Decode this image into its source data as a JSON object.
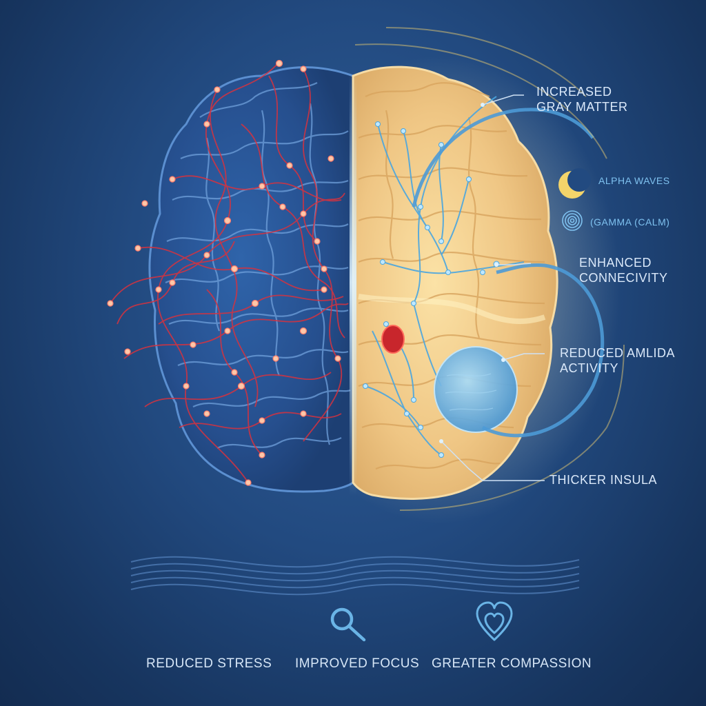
{
  "callouts": {
    "gray_matter": [
      "Increased",
      "Gray Matter"
    ],
    "connectivity": [
      "Enhanced",
      "Connecivity"
    ],
    "amygdala": [
      "Reduced Amlida",
      "Activity"
    ],
    "insula": "Thicker Insula"
  },
  "waves": {
    "alpha": "Alpha Waves",
    "gamma": "(Gamma (Calm)"
  },
  "benefits": {
    "stress": "Reduced Stress",
    "focus": "Improved Focus",
    "compassion": "Greater Compassion"
  },
  "colors": {
    "background": "#224a80",
    "stressed_hemisphere": "#2c5a9c",
    "calm_hemisphere": "#f1cf8e",
    "chaotic_network": "#d8323e",
    "calm_network": "#4aa6e0",
    "amygdala": "#6ab4e6",
    "accent_text": "#7fc2f0"
  },
  "icons": [
    "moon-icon",
    "concentric-rings-icon",
    "magnifier-icon",
    "hearts-icon"
  ]
}
